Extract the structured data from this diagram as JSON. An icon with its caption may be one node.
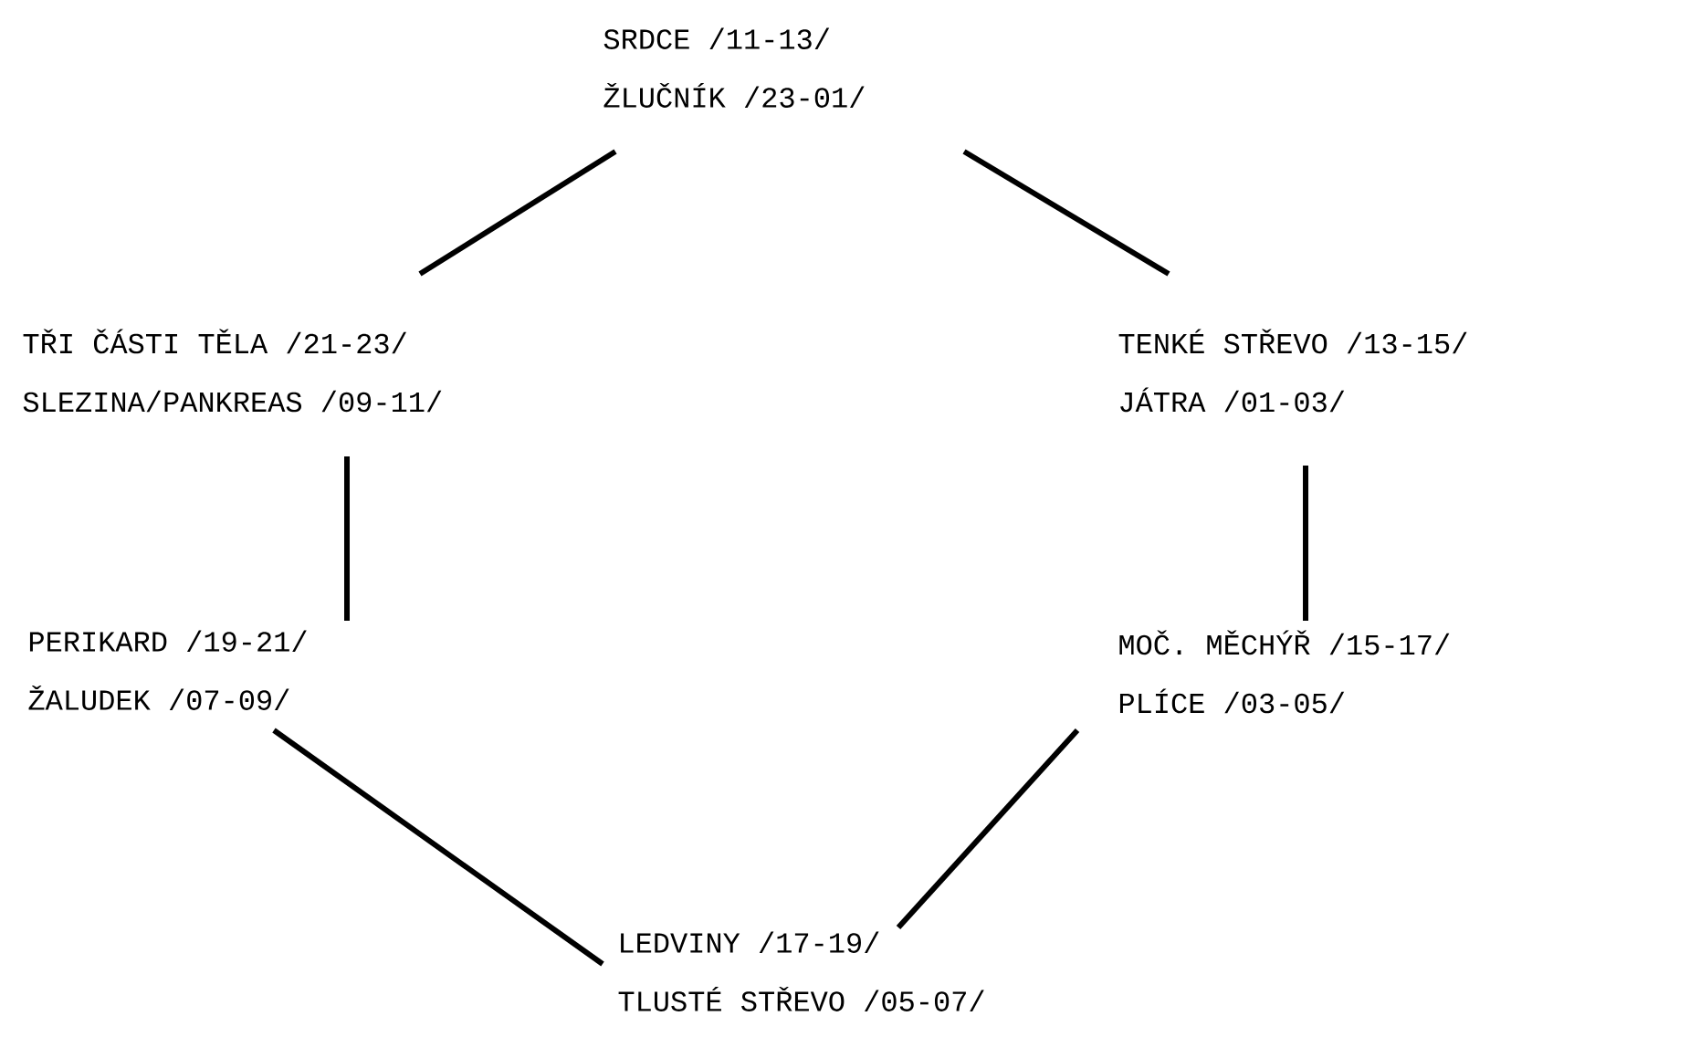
{
  "diagram": {
    "nodes": [
      {
        "text": [
          "SRDCE /11-13/",
          "ŽLUČNÍK /23-01/"
        ]
      },
      {
        "text": [
          "TŘI ČÁSTI TĚLA /21-23/",
          "SLEZINA/PANKREAS /09-11/"
        ]
      },
      {
        "text": [
          "TENKÉ STŘEVO /13-15/",
          "JÁTRA /01-03/"
        ]
      },
      {
        "text": [
          "PERIKARD /19-21/",
          "ŽALUDEK /07-09/"
        ]
      },
      {
        "text": [
          "MOČ. MĚCHÝŘ /15-17/",
          "PLÍCE /03-05/"
        ]
      },
      {
        "text": [
          "LEDVINY /17-19/",
          "TLUSTÉ STŘEVO /05-07/"
        ]
      }
    ],
    "edges": [
      {
        "from": 0,
        "to": 1,
        "arrow": "none"
      },
      {
        "from": 0,
        "to": 2,
        "arrow": "none"
      },
      {
        "from": 1,
        "to": 3,
        "arrow": "none"
      },
      {
        "from": 2,
        "to": 4,
        "arrow": "none"
      },
      {
        "from": 3,
        "to": 5,
        "arrow": "none"
      },
      {
        "from": 4,
        "to": 5,
        "arrow": "none"
      }
    ]
  }
}
